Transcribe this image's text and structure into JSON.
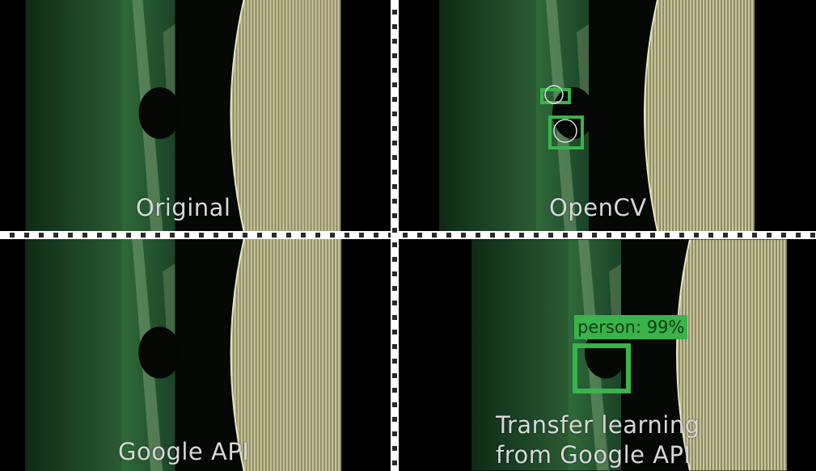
{
  "panels": {
    "original": {
      "label": "Original"
    },
    "opencv": {
      "label": "OpenCV"
    },
    "google_api": {
      "label": "Google API"
    },
    "transfer": {
      "label_line1": "Transfer learning",
      "label_line2": "from Google API",
      "detection_label": "person: 99%"
    }
  },
  "colors": {
    "detection_box": "#39b34a",
    "scene_green": "#1f4a2a",
    "fan_blade": "#b8b48a"
  }
}
